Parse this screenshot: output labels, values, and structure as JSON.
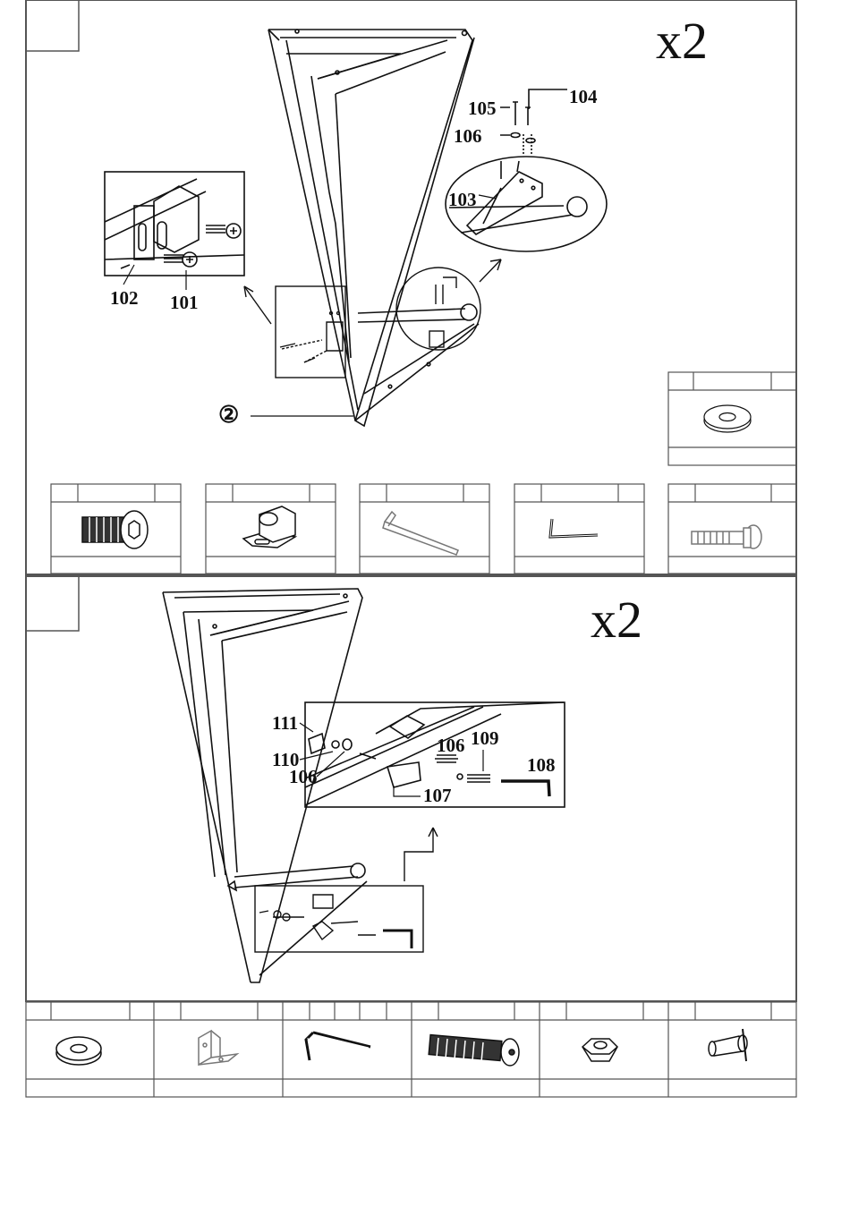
{
  "step1": {
    "quantity": "x2",
    "callouts": {
      "p101": "101",
      "p102": "102",
      "p103": "103",
      "p104": "104",
      "p105": "105",
      "p106": "106",
      "frame": "②"
    },
    "parts_table": [
      {
        "icon": "hex-socket-bolt-icon"
      },
      {
        "icon": "slotted-bracket-icon"
      },
      {
        "icon": "angle-brace-icon"
      },
      {
        "icon": "allen-key-icon"
      },
      {
        "icon": "long-bolt-icon"
      }
    ],
    "side_part": {
      "icon": "washer-icon"
    }
  },
  "step2": {
    "quantity": "x2",
    "callouts": {
      "p106a": "106",
      "p106b": "106",
      "p107": "107",
      "p108": "108",
      "p109": "109",
      "p110": "110",
      "p111": "111"
    },
    "parts_table": [
      {
        "icon": "washer-icon"
      },
      {
        "icon": "corner-bracket-icon"
      },
      {
        "icon": "allen-key-icon"
      },
      {
        "icon": "socket-bolt-icon"
      },
      {
        "icon": "hex-nut-icon"
      },
      {
        "icon": "barrel-nut-icon"
      }
    ]
  },
  "colors": {
    "line": "#111111",
    "panel_border": "#555555",
    "background": "#ffffff"
  }
}
